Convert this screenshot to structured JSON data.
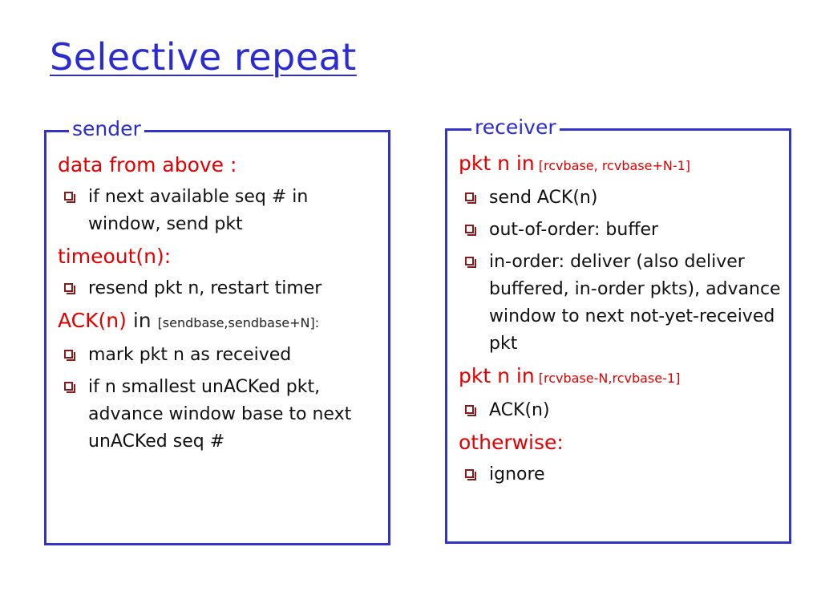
{
  "title": "Selective repeat",
  "sender": {
    "label": "sender",
    "sections": [
      {
        "heading": "data from above :",
        "items": [
          "if next available seq # in window, send pkt"
        ]
      },
      {
        "heading": "timeout(n):",
        "items": [
          "resend pkt n, restart timer"
        ]
      },
      {
        "heading": "ACK(n)",
        "heading_plain": " in ",
        "heading_range": "[sendbase,sendbase+N]:",
        "items": [
          "mark pkt n as received",
          "if n smallest unACKed pkt, advance window base to next unACKed seq #"
        ]
      }
    ]
  },
  "receiver": {
    "label": "receiver",
    "sections": [
      {
        "heading": "pkt n in",
        "heading_range": " [rcvbase, rcvbase+N-1]",
        "items": [
          "send ACK(n)",
          "out-of-order: buffer",
          "in-order: deliver (also deliver buffered, in-order pkts), advance window to next not-yet-received pkt"
        ]
      },
      {
        "heading": "pkt n in",
        "heading_range": " [rcvbase-N,rcvbase-1]",
        "items": [
          "ACK(n)"
        ]
      },
      {
        "heading": "otherwise:",
        "items": [
          "ignore"
        ]
      }
    ]
  },
  "colors": {
    "title": "#2b2bd4",
    "border": "#3333cc",
    "heading": "#e00000",
    "bullet": "#8b1a1a"
  },
  "bullet_icon": "checkbox-bullet-icon"
}
